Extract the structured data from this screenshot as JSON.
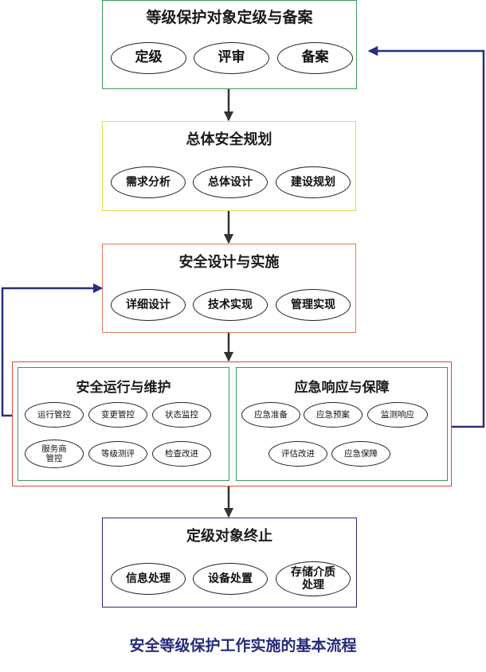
{
  "stage1": {
    "title": "等级保护对象定级与备案",
    "items": [
      "定级",
      "评审",
      "备案"
    ]
  },
  "stage2": {
    "title": "总体安全规划",
    "items": [
      "需求分析",
      "总体设计",
      "建设规划"
    ]
  },
  "stage3": {
    "title": "安全设计与实施",
    "items": [
      "详细设计",
      "技术实现",
      "管理实现"
    ]
  },
  "stage4": {
    "operation": {
      "title": "安全运行与维护",
      "items": [
        "运行管控",
        "变更管控",
        "状态监控",
        "服务商\n管控",
        "等级测评",
        "检查改进"
      ]
    },
    "emergency": {
      "title": "应急响应与保障",
      "items": [
        "应急准备",
        "应急预案",
        "监测响应",
        "评估改进",
        "应急保障"
      ]
    }
  },
  "stage5": {
    "title": "定级对象终止",
    "items": [
      "信息处理",
      "设备处置",
      "存储介质\n处理"
    ]
  },
  "caption": "安全等级保护工作实施的基本流程",
  "colors": {
    "stage1_border": "#3a9a5a",
    "stage2_border": "#e8d84a",
    "stage3_border": "#e07a5a",
    "stage4_outer_border": "#d94a3a",
    "stage4_inner_border": "#3a9a5a",
    "stage5_border": "#2a2a7a",
    "feedback_arrow": "#2a2f7a",
    "caption": "#262a7a"
  }
}
